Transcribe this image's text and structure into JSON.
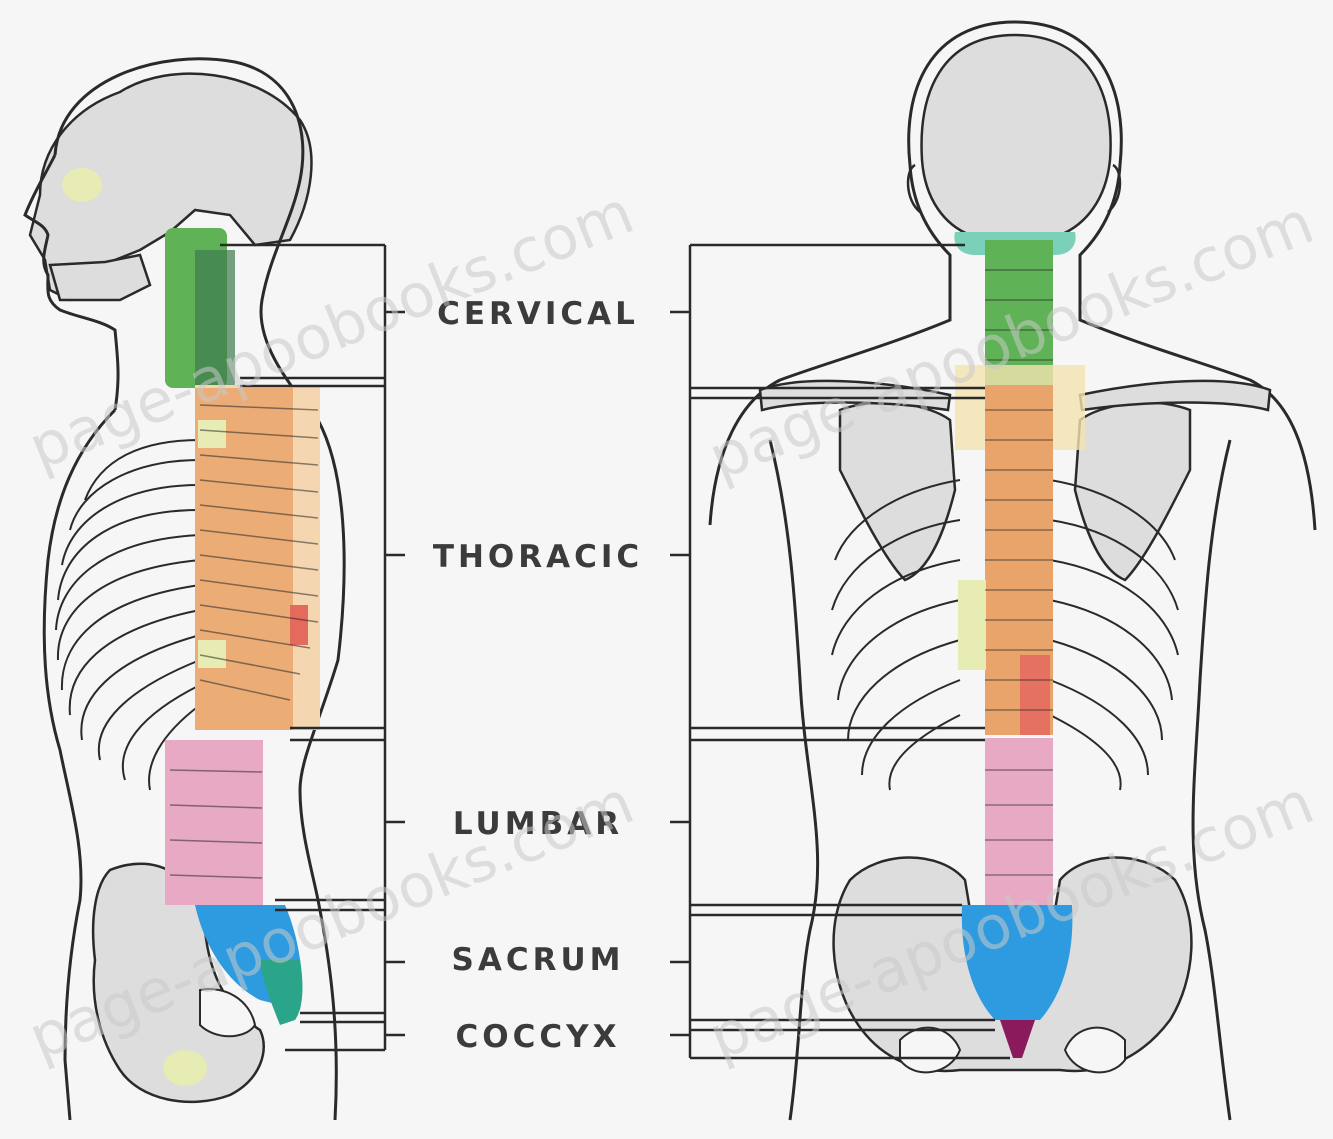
{
  "regions": [
    {
      "key": "cervical",
      "label": "CERVICAL",
      "color": "#5fb356"
    },
    {
      "key": "thoracic",
      "label": "THORACIC",
      "color": "#e9a46c"
    },
    {
      "key": "lumbar",
      "label": "LUMBAR",
      "color": "#e8a9c4"
    },
    {
      "key": "sacrum",
      "label": "SACRUM",
      "color": "#2e9be0"
    },
    {
      "key": "coccyx",
      "label": "COCCYX",
      "color": "#8a1a5c"
    }
  ],
  "watermarks": [
    "page-apoobooks.com",
    "page-apoobooks.com",
    "page-apoobooks.com",
    "page-apoobooks.com"
  ],
  "colors": {
    "bone": "#dddddd",
    "outline": "#2a2a2a",
    "background": "#f6f6f6",
    "neck_lateral": "#3f7a4e",
    "thoracic_tint": "#f4d7b0",
    "highlight_yellow": "#e6ecb4",
    "red_accent": "#e46a5e"
  }
}
